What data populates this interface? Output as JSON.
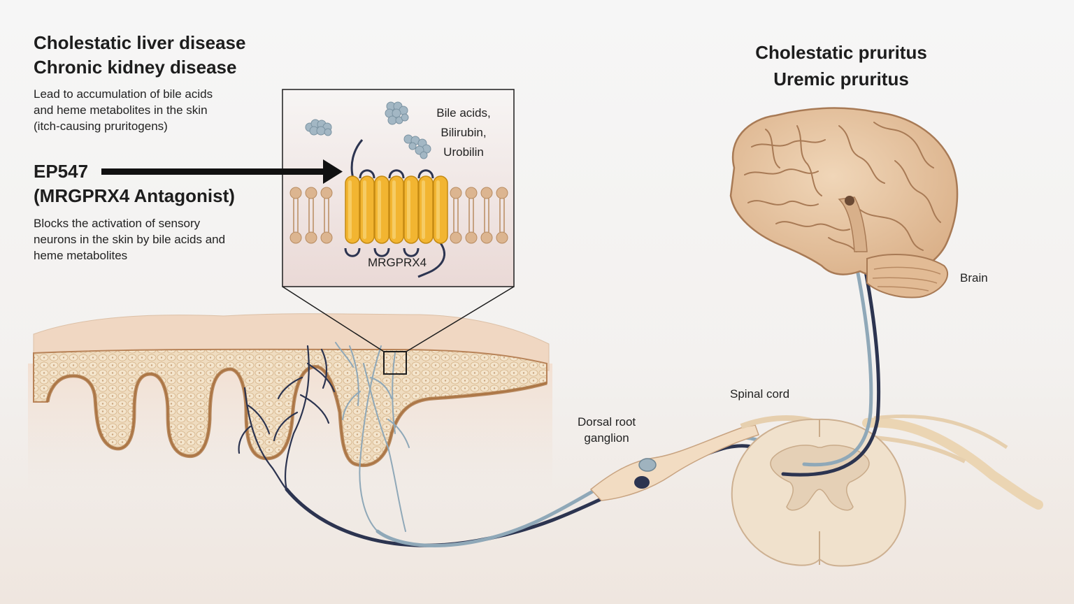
{
  "left_panel": {
    "disease_line1": "Cholestatic liver disease",
    "disease_line2": "Chronic kidney disease",
    "disease_desc": [
      "Lead to accumulation of bile acids",
      "and heme metabolites in the skin",
      "(itch-causing pruritogens)"
    ],
    "drug_name": "EP547",
    "drug_class": "(MRGPRX4 Antagonist)",
    "drug_desc": [
      "Blocks the activation of sensory",
      "neurons in the skin by bile acids and",
      "heme metabolites"
    ]
  },
  "right_panel": {
    "outcome_line1": "Cholestatic pruritus",
    "outcome_line2": "Uremic pruritus"
  },
  "inset": {
    "ligand_label": [
      "Bile acids,",
      "Bilirubin,",
      "Urobilin"
    ],
    "receptor_label": "MRGPRX4"
  },
  "anatomy_labels": {
    "brain": "Brain",
    "spinal_cord": "Spinal cord",
    "drg": [
      "Dorsal root",
      "ganglion"
    ]
  },
  "colors": {
    "receptor": "#f2b531",
    "dark_nerve": "#2c3450",
    "light_nerve": "#8fa8b8",
    "brain": "#e8c9a8",
    "skin": "#e9cda8"
  }
}
